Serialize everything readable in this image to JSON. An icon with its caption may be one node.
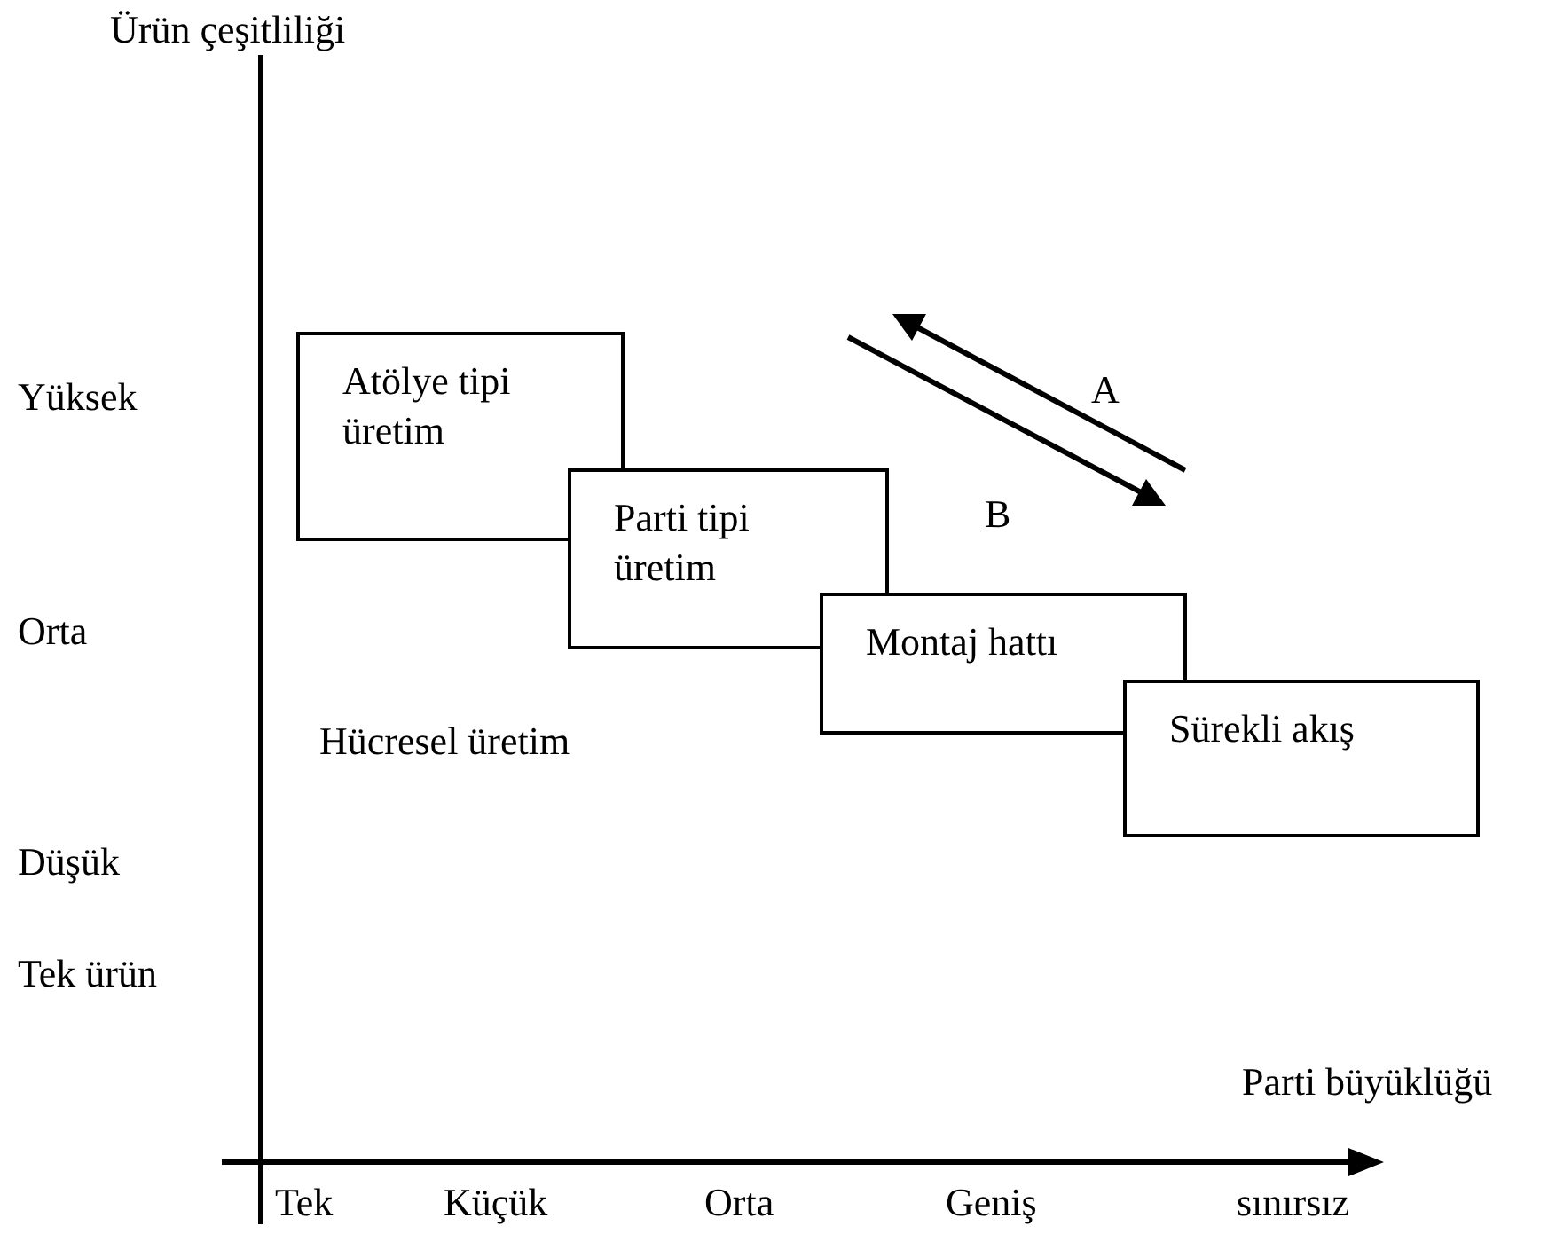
{
  "diagram": {
    "nodes": [
      {
        "text": [
          "Atölye tipi üretim"
        ]
      },
      {
        "text": [
          "Parti tipi üretim"
        ]
      },
      {
        "text": [
          "Montaj hattı"
        ]
      },
      {
        "text": [
          "Sürekli akış"
        ]
      }
    ],
    "labels": [
      "Ürün çeşitliliği",
      "Yüksek",
      "A",
      "B",
      "Orta",
      "Hücresel üretim",
      "Düşük",
      "Tek ürün",
      "Parti büyüklüğü",
      "Tek",
      "Küçük",
      "Orta",
      "Geniş",
      "sınırsız"
    ]
  }
}
